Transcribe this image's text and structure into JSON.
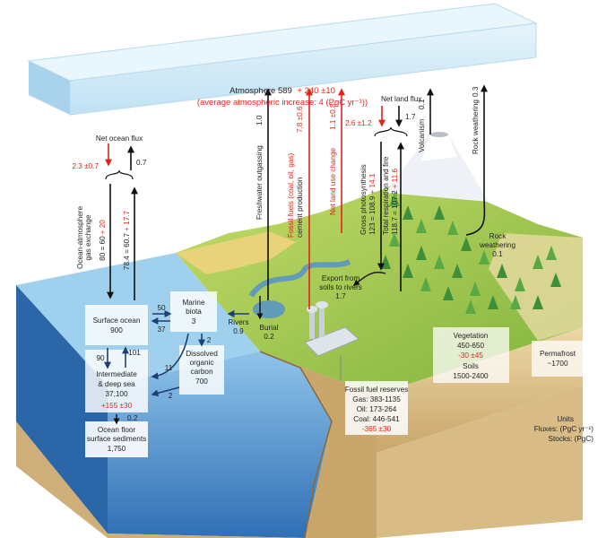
{
  "atmosphere": {
    "line1": "Atmosphere 589",
    "line1_red": "+ 240 ±10",
    "line2": "(average atmospheric increase: 4 (PgC yr⁻¹))"
  },
  "fluxes": {
    "net_ocean_flux": "Net ocean flux",
    "ocean_red": "2.3 ±0.7",
    "ocean_black": "0.7",
    "ocean_exchange": [
      "Ocean-atmosphere",
      "gas exchange"
    ],
    "ocean_down": "80 = 60 + 20",
    "ocean_down_black": "80 = 60",
    "ocean_down_red": "+ 20",
    "ocean_up_black": "78.4 = 60.7",
    "ocean_up_red": "+ 17.7",
    "freshwater": "Freshwater outgassing",
    "freshwater_val": "1.0",
    "fossil_fuels": [
      "Fossil fuels (coal, oil, gas)",
      "cement production"
    ],
    "fossil_val": "7.8 ±0.6",
    "landuse": "Net land use change",
    "landuse_val": "1.1 ±0.8",
    "net_land_flux": "Net land flux",
    "land_red": "2.6 ±1.2",
    "land_black": "1.7",
    "gross_photo": "Gross photosynthesis",
    "gross_black": "123 = 108.9",
    "gross_red": "+ 14.1",
    "total_resp": "Total respiration and fire",
    "resp_black": "118.7 = 107.2",
    "resp_red": "+ 11.6",
    "volcanism": "Volcanism",
    "volcanism_val": "0.1",
    "rock_weathering_top": "Rock weathering",
    "rock_weathering_top_val": "0.3",
    "rock_weathering": [
      "Rock",
      "weathering",
      "0.1"
    ],
    "export": [
      "Export from",
      "soils to rivers",
      "1.7"
    ],
    "rivers": [
      "Rivers",
      "0.9"
    ],
    "burial": [
      "Burial",
      "0.2"
    ],
    "marine_50": "50",
    "marine_37": "37",
    "f_90": "90",
    "f_101": "101",
    "f_11": "11",
    "f_2a": "2",
    "f_2b": "2",
    "f_02": "0.2"
  },
  "boxes": {
    "surface_ocean": [
      "Surface ocean",
      "900"
    ],
    "marine_biota": [
      "Marine",
      "biota",
      "3"
    ],
    "intermediate": [
      "Intermediate",
      "& deep sea",
      "37,100"
    ],
    "intermediate_red": "+155 ±30",
    "doc": [
      "Dissolved",
      "organic",
      "carbon",
      "700"
    ],
    "sediments": [
      "Ocean floor",
      "surface sediments",
      "1,750"
    ],
    "vegetation": [
      "Vegetation",
      "450-650"
    ],
    "vegetation_red": "-30 ±45",
    "soils": [
      "Soils",
      "1500-2400"
    ],
    "permafrost": [
      "Permafrost",
      "~1700"
    ],
    "fossil_reserves": [
      "Fossil fuel reserves",
      "Gas: 383-1135",
      "Oil: 173-264",
      "Coal: 446-541"
    ],
    "fossil_red": "-365 ±30"
  },
  "units": [
    "Units",
    "Fluxes: (PgC yr⁻¹)",
    "Stocks: (PgC)"
  ],
  "colors": {
    "red": "#e2231a",
    "ocean": "#5b9bd5",
    "land": "#8cbf3f",
    "sky": "#cfe9f6"
  }
}
